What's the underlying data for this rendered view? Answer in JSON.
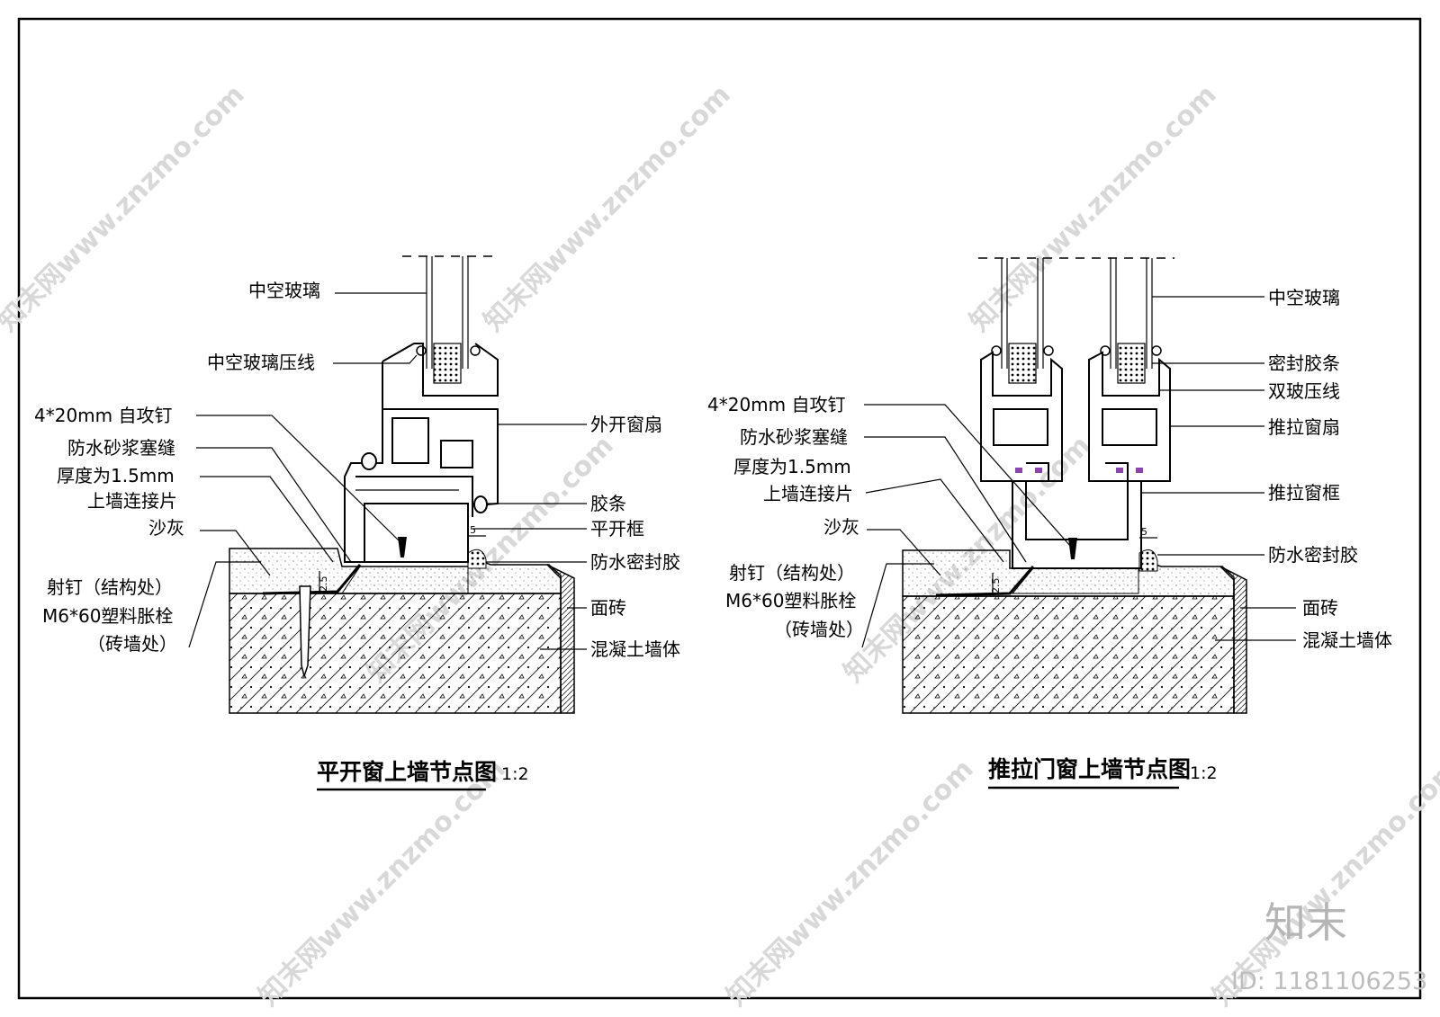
{
  "left_diagram": {
    "title": "平开窗上墙节点图",
    "scale": "1:2",
    "labels": {
      "hollow_glass": "中空玻璃",
      "glass_bead": "中空玻璃压线",
      "screw": "4*20mm 自攻钉",
      "mortar": "防水砂浆塞缝",
      "thickness_1": "厚度为1.5mm",
      "thickness_2": "上墙连接片",
      "sand_ash": "沙灰",
      "nail_1": "射钉（结构处）",
      "nail_2": "M6*60塑料胀栓",
      "nail_3": "（砖墙处）",
      "outer_sash": "外开窗扇",
      "rubber_strip": "胶条",
      "casement_frame": "平开框",
      "sealant": "防水密封胶",
      "tile": "面砖",
      "concrete_wall": "混凝土墙体"
    },
    "dims": {
      "gap": "5",
      "height": "2.5"
    }
  },
  "right_diagram": {
    "title": "推拉门窗上墙节点图",
    "scale": "1:2",
    "labels": {
      "hollow_glass": "中空玻璃",
      "seal_strip": "密封胶条",
      "double_bead": "双玻压线",
      "sliding_sash": "推拉窗扇",
      "sliding_frame": "推拉窗框",
      "sealant": "防水密封胶",
      "tile": "面砖",
      "concrete_wall": "混凝土墙体",
      "screw": "4*20mm 自攻钉",
      "mortar": "防水砂浆塞缝",
      "thickness_1": "厚度为1.5mm",
      "thickness_2": "上墙连接片",
      "sand_ash": "沙灰",
      "nail_1": "射钉（结构处）",
      "nail_2": "M6*60塑料胀栓",
      "nail_3": "（砖墙处）"
    },
    "dims": {
      "gap": "5",
      "height": "2.5"
    }
  },
  "watermark": {
    "text": "知末网www.znzmo.com",
    "logo": "知末",
    "id": "ID: 1181106253"
  }
}
